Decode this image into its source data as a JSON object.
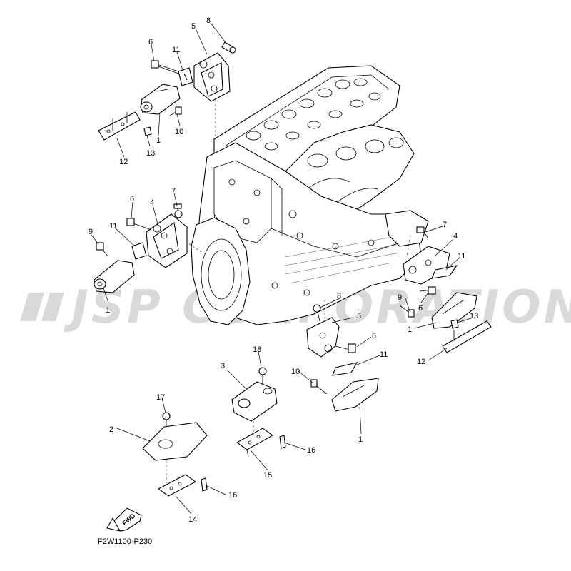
{
  "watermark": "JSP CORPORATION",
  "diagram_code": "F2W1100-P230",
  "fwd_label": "FWD",
  "callouts": [
    {
      "id": "c8a",
      "label": "8"
    },
    {
      "id": "c5a",
      "label": "5"
    },
    {
      "id": "c6a",
      "label": "6"
    },
    {
      "id": "c11a",
      "label": "11"
    },
    {
      "id": "c10a",
      "label": "10"
    },
    {
      "id": "c1a",
      "label": "1"
    },
    {
      "id": "c13a",
      "label": "13"
    },
    {
      "id": "c12a",
      "label": "12"
    },
    {
      "id": "c6b",
      "label": "6"
    },
    {
      "id": "c7a",
      "label": "7"
    },
    {
      "id": "c4a",
      "label": "4"
    },
    {
      "id": "c9a",
      "label": "9"
    },
    {
      "id": "c11b",
      "label": "11"
    },
    {
      "id": "c1b",
      "label": "1"
    },
    {
      "id": "c7b",
      "label": "7"
    },
    {
      "id": "c4b",
      "label": "4"
    },
    {
      "id": "c11c",
      "label": "11"
    },
    {
      "id": "c9b",
      "label": "9"
    },
    {
      "id": "c6c",
      "label": "6"
    },
    {
      "id": "c13b",
      "label": "13"
    },
    {
      "id": "c1c",
      "label": "1"
    },
    {
      "id": "c12b",
      "label": "12"
    },
    {
      "id": "c8b",
      "label": "8"
    },
    {
      "id": "c5b",
      "label": "5"
    },
    {
      "id": "c6d",
      "label": "6"
    },
    {
      "id": "c11d",
      "label": "11"
    },
    {
      "id": "c10b",
      "label": "10"
    },
    {
      "id": "c1d",
      "label": "1"
    },
    {
      "id": "c18",
      "label": "18"
    },
    {
      "id": "c3",
      "label": "3"
    },
    {
      "id": "c17",
      "label": "17"
    },
    {
      "id": "c2",
      "label": "2"
    },
    {
      "id": "c16a",
      "label": "16"
    },
    {
      "id": "c15",
      "label": "15"
    },
    {
      "id": "c16b",
      "label": "16"
    },
    {
      "id": "c14",
      "label": "14"
    }
  ]
}
